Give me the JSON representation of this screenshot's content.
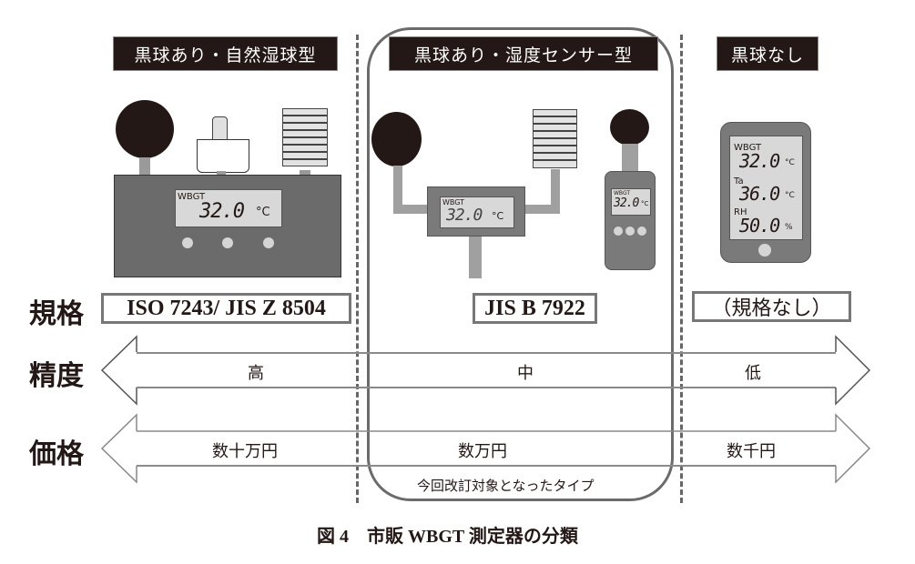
{
  "categories": [
    {
      "label": "黒球あり・自然湿球型"
    },
    {
      "label": "黒球あり・湿度センサー型"
    },
    {
      "label": "黒球なし"
    }
  ],
  "row_labels": {
    "standard": "規格",
    "accuracy": "精度",
    "price": "価格"
  },
  "standards": [
    "ISO 7243/ JIS Z 8504",
    "JIS B 7922",
    "（規格なし）"
  ],
  "accuracy": {
    "values": [
      "高",
      "中",
      "低"
    ],
    "direction": "left-high-right-low"
  },
  "price": {
    "values": [
      "数十万円",
      "数万円",
      "数千円"
    ]
  },
  "highlight_note": "今回改訂対象となったタイプ",
  "devices": {
    "natural_wet_bulb": {
      "lcd_label": "WBGT",
      "lcd_value": "32.0",
      "lcd_unit": "°C"
    },
    "sensor_fixed": {
      "lcd_label": "WBGT",
      "lcd_value": "32.0",
      "lcd_unit": "°C"
    },
    "sensor_handheld": {
      "lcd_label": "WBGT",
      "lcd_value": "32.0",
      "lcd_unit": "°C"
    },
    "no_globe": {
      "readings": [
        {
          "label": "WBGT",
          "value": "32.0",
          "unit": "°C"
        },
        {
          "label": "Ta",
          "value": "36.0",
          "unit": "°C"
        },
        {
          "label": "RH",
          "value": "50.0",
          "unit": "%"
        }
      ]
    }
  },
  "caption": "図 4　市販 WBGT 測定器の分類",
  "colors": {
    "dark": "#231815",
    "device_body": "#6b6b6b",
    "lcd": "#d8d8d8",
    "arrow_stroke": "#808080",
    "frame": "#6b6b6b"
  }
}
